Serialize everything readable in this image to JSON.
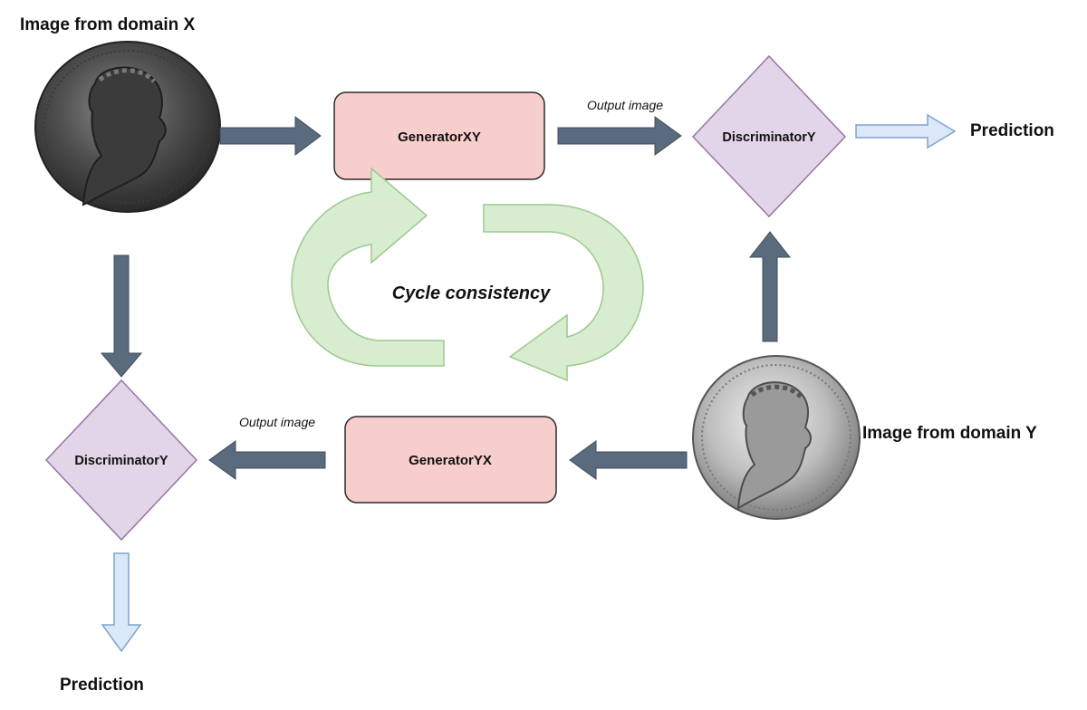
{
  "labels": {
    "image_domain_x": "Image from domain X",
    "image_domain_y": "Image from domain Y",
    "generator_xy": "GeneratorXY",
    "generator_yx": "GeneratorYX",
    "discriminator_top": "DiscriminatorY",
    "discriminator_bottom": "DiscriminatorY",
    "output_image_top": "Output image",
    "output_image_bottom": "Output image",
    "prediction_top": "Prediction",
    "prediction_bottom": "Prediction",
    "cycle": "Cycle consistency"
  },
  "colors": {
    "arrow_dark": "#5a6b7e",
    "arrow_light_fill": "#dbe8f7",
    "arrow_light_stroke": "#7fa3cc",
    "generator_fill": "#f8cecc",
    "generator_stroke": "#2b2b2b",
    "discriminator_fill": "#e1d5e7",
    "discriminator_stroke": "#9673a6",
    "cycle_fill": "#d8ecd0",
    "cycle_stroke": "#9cc98d"
  },
  "icons": {
    "coin_x": "coin-portrait-dark",
    "coin_y": "coin-portrait-light"
  }
}
